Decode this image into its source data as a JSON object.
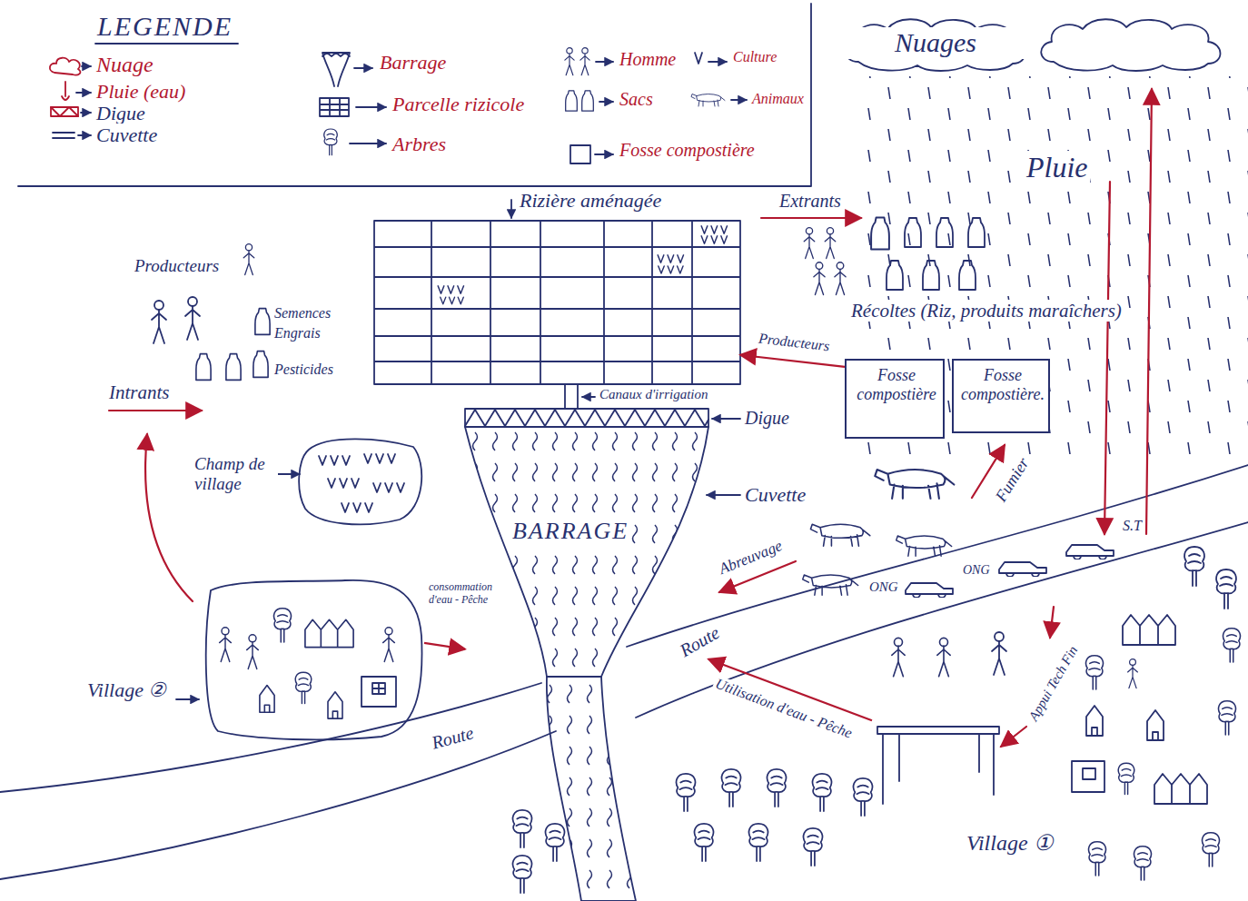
{
  "diagram": {
    "nodes": [
      {
        "text": [
          "Nuages"
        ]
      },
      {
        "text": [
          "Rizière aménagée"
        ]
      },
      {
        "text": [
          "Fosse compostière"
        ]
      },
      {
        "text": [
          "Fosse compostière."
        ]
      },
      {
        "text": [
          "BARRAGE"
        ]
      },
      {
        "text": [
          "Village ②"
        ]
      },
      {
        "text": [
          "Village ①"
        ]
      }
    ],
    "edges": [
      {
        "from": 2,
        "to": 1,
        "arrow": "to",
        "label": "Producteurs"
      },
      {
        "from": 5,
        "to": 4,
        "arrow": "to",
        "label": "consommation d'eau - Pêche"
      },
      {
        "from": 6,
        "to": 4,
        "arrow": "to",
        "label": "Utilisation d'eau - Pêche"
      }
    ],
    "labels": [
      "LEGENDE",
      "Pluie",
      "Extrants",
      "Récoltes (Riz, produits maraîchers)",
      "Producteurs",
      "Semences",
      "Engrais",
      "Pesticides",
      "Intrants",
      "Canaux d'irrigation",
      "Digue",
      "Champ de village",
      "Cuvette",
      "Fumier",
      "Abreuvage",
      "ONG",
      "ONG",
      "S.T",
      "Route",
      "Route",
      "Appui Tech Fin"
    ],
    "legend": [
      {
        "text": "Nuage"
      },
      {
        "text": "Pluie (eau)"
      },
      {
        "text": "Digue"
      },
      {
        "text": "Cuvette"
      },
      {
        "text": "Barrage"
      },
      {
        "text": "Parcelle rizicole"
      },
      {
        "text": "Arbres"
      },
      {
        "text": "Homme"
      },
      {
        "text": "Sacs"
      },
      {
        "text": "Fosse compostière"
      },
      {
        "text": "Culture"
      },
      {
        "text": "Animaux"
      }
    ]
  }
}
